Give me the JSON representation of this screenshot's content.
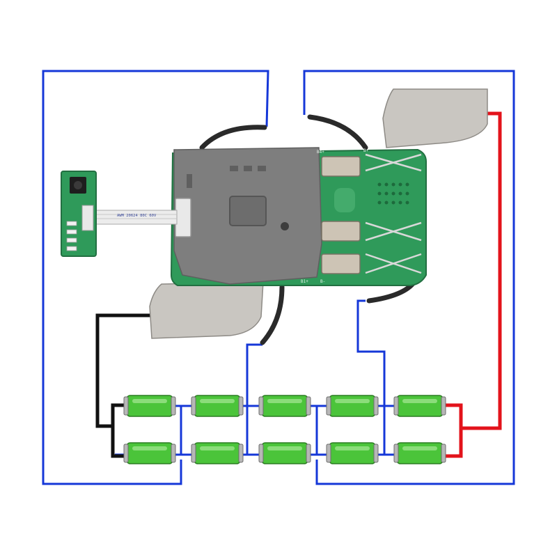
{
  "colors": {
    "wire_blue": "#1537d8",
    "wire_red": "#e3131b",
    "wire_black": "#111111",
    "pcb_green": "#2f9a5a",
    "pcb_green_light": "#56b97b",
    "potting_gray": "#7e7e7e",
    "nickel_strip": "#c9c6c1",
    "cell_green": "#4bc43a"
  },
  "battery_pack": {
    "columns": 5,
    "rows": 2
  },
  "board": {
    "ribbon_cable_text": "AWM 20624 80C 60V",
    "pad_labels": [
      "B4+",
      "B+",
      "B-",
      "B1+"
    ]
  }
}
